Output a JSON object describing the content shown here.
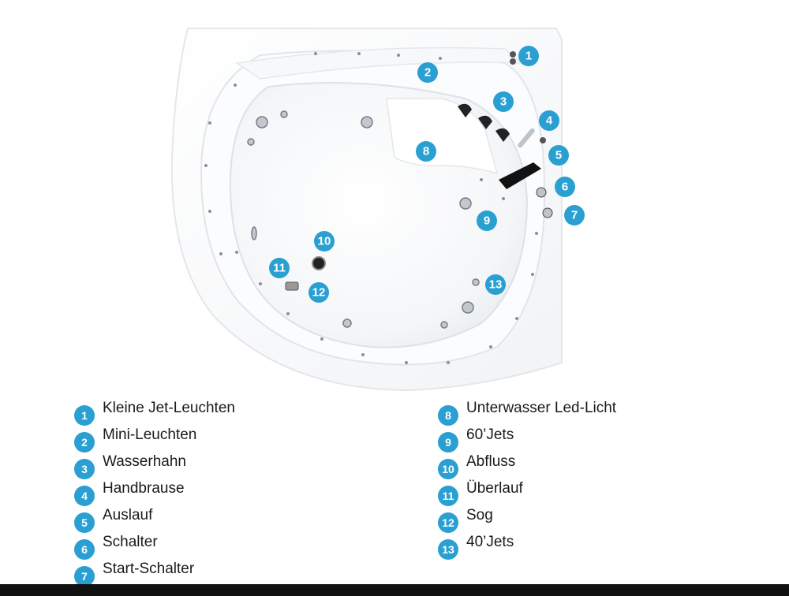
{
  "markers": [
    {
      "n": "1",
      "label": "Kleine Jet-Leuchten"
    },
    {
      "n": "2",
      "label": "Mini-Leuchten"
    },
    {
      "n": "3",
      "label": "Wasserhahn"
    },
    {
      "n": "4",
      "label": "Handbrause"
    },
    {
      "n": "5",
      "label": "Auslauf"
    },
    {
      "n": "6",
      "label": "Schalter"
    },
    {
      "n": "7",
      "label": "Start-Schalter"
    },
    {
      "n": "8",
      "label": "Unterwasser Led-Licht"
    },
    {
      "n": "9",
      "label": "60’Jets"
    },
    {
      "n": "10",
      "label": "Abfluss"
    },
    {
      "n": "11",
      "label": "Überlauf"
    },
    {
      "n": "12",
      "label": "Sog"
    },
    {
      "n": "13",
      "label": "40’Jets"
    }
  ],
  "colors": {
    "badge": "#2a9fd2",
    "tub_outline": "#e6eaee",
    "background": "#ffffff",
    "bottom_bar": "#111111"
  }
}
